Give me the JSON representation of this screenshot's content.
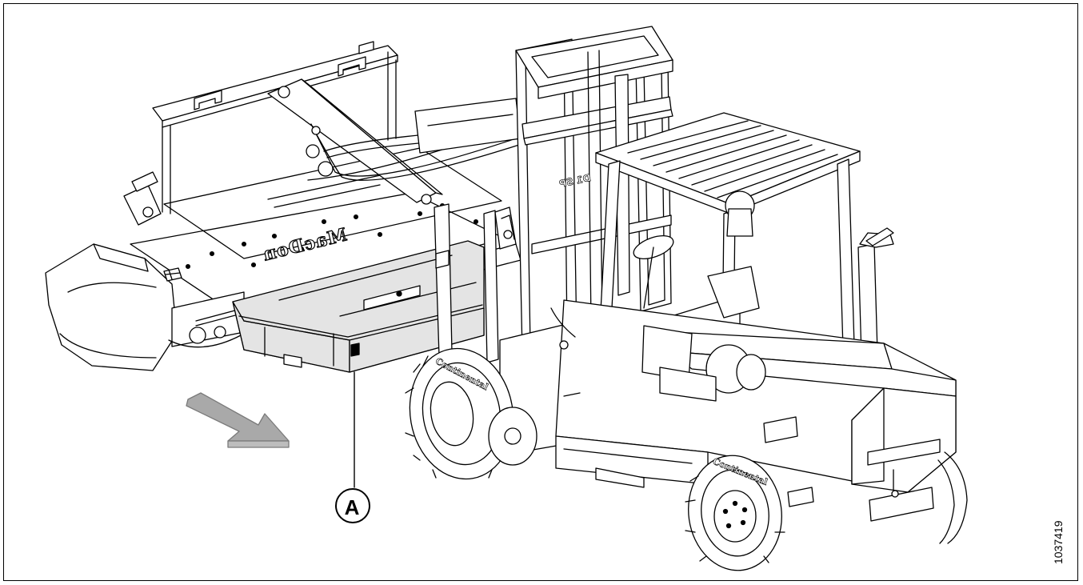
{
  "figure": {
    "callout": "A",
    "figure_id": "1037419",
    "brand_text": "MacDon",
    "model_text": "D1 SP",
    "tire_brand": "Continental"
  },
  "colors": {
    "line": "#000000",
    "fill": "#ffffff",
    "shade": "#e4e4e4",
    "arrow": "#a9a9a9"
  },
  "icons": [
    "forklift-illustration",
    "header-illustration",
    "shipping-stand-illustration",
    "direction-arrow-icon"
  ]
}
